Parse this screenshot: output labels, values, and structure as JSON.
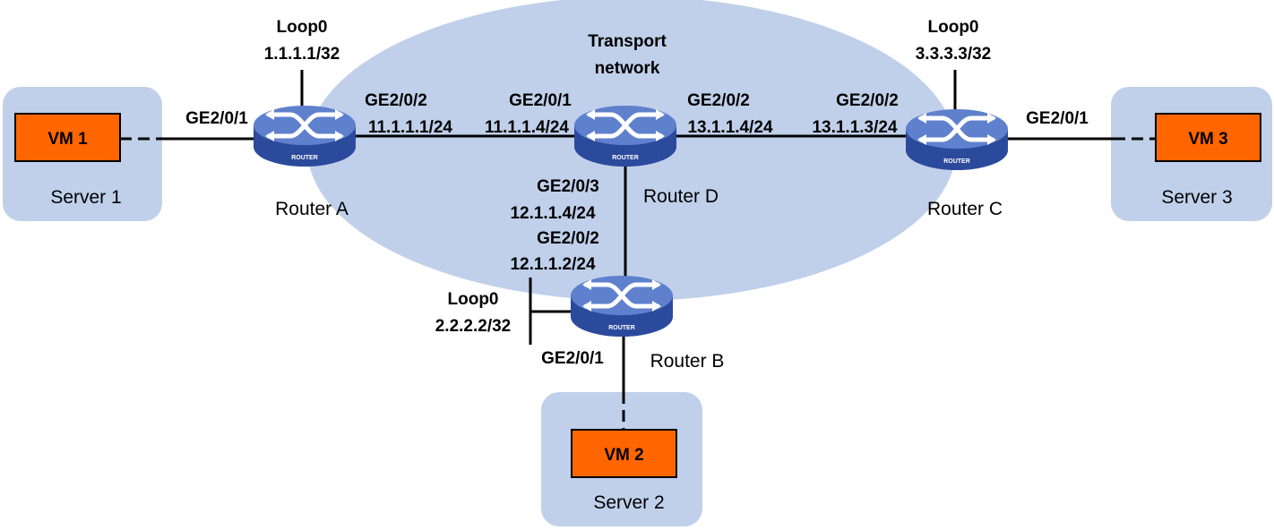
{
  "colors": {
    "transport_fill": "#c0d0ea",
    "server_fill": "#c0d0ea",
    "vm_fill": "#ff6600",
    "router_body": "#2c4a9c",
    "router_top": "#5f80cc",
    "link": "#000000"
  },
  "transport": {
    "label_line1": "Transport",
    "label_line2": "network"
  },
  "routers": {
    "a": {
      "name": "Router A",
      "badge": "ROUTER"
    },
    "b": {
      "name": "Router B",
      "badge": "ROUTER"
    },
    "c": {
      "name": "Router C",
      "badge": "ROUTER"
    },
    "d": {
      "name": "Router D",
      "badge": "ROUTER"
    }
  },
  "servers": {
    "s1": {
      "name": "Server 1",
      "vm": "VM 1"
    },
    "s2": {
      "name": "Server 2",
      "vm": "VM 2"
    },
    "s3": {
      "name": "Server 3",
      "vm": "VM 3"
    }
  },
  "loopbacks": {
    "a": {
      "name": "Loop0",
      "ip": "1.1.1.1/32"
    },
    "b": {
      "name": "Loop0",
      "ip": "2.2.2.2/32"
    },
    "c": {
      "name": "Loop0",
      "ip": "3.3.3.3/32"
    }
  },
  "interfaces": {
    "a_server": {
      "port": "GE2/0/1"
    },
    "a_to_d": {
      "port": "GE2/0/2",
      "ip": "11.1.1.1/24"
    },
    "d_to_a": {
      "port": "GE2/0/1",
      "ip": "11.1.1.4/24"
    },
    "d_to_c": {
      "port": "GE2/0/2",
      "ip": "13.1.1.4/24"
    },
    "c_to_d": {
      "port": "GE2/0/2",
      "ip": "13.1.1.3/24"
    },
    "c_server": {
      "port": "GE2/0/1"
    },
    "d_to_b": {
      "port": "GE2/0/3",
      "ip": "12.1.1.4/24"
    },
    "b_to_d": {
      "port": "GE2/0/2",
      "ip": "12.1.1.2/24"
    },
    "b_server": {
      "port": "GE2/0/1"
    }
  }
}
